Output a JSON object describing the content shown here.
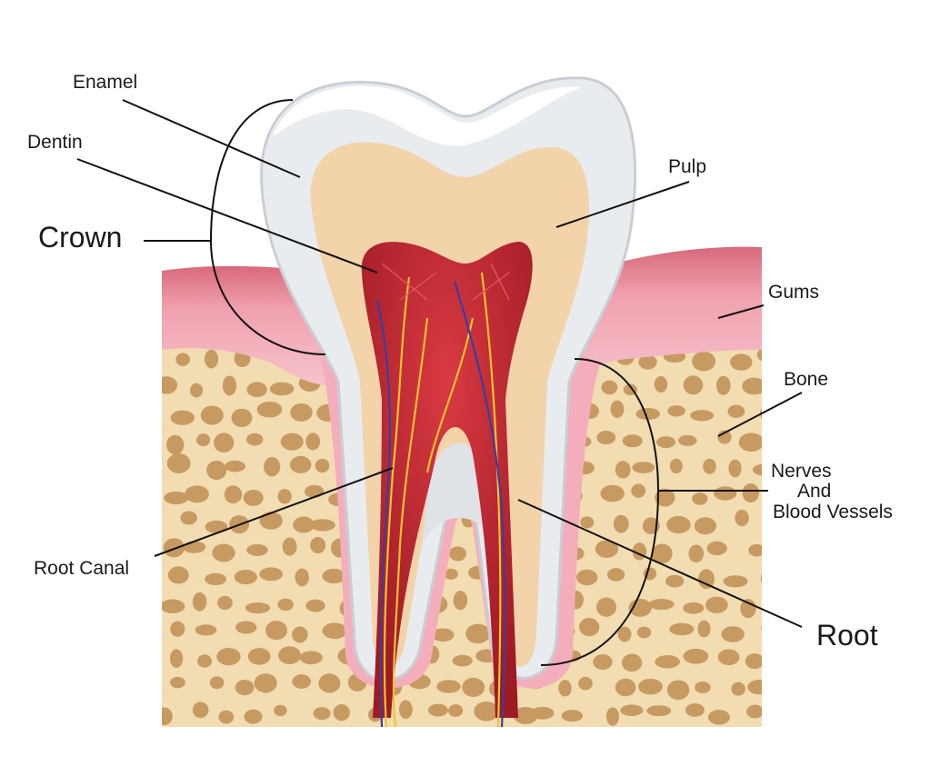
{
  "labels": {
    "enamel": "Enamel",
    "dentin": "Dentin",
    "crown": "Crown",
    "pulp": "Pulp",
    "gums": "Gums",
    "bone": "Bone",
    "nerves_line1": "Nerves",
    "nerves_line2": "And",
    "nerves_line3": "Blood Vessels",
    "root_canal": "Root Canal",
    "root": "Root"
  },
  "colors": {
    "bone": "#f2dcb2",
    "bone_pores": "#c79a62",
    "gum": "#f1a9b6",
    "gum_dark": "#d8697c",
    "enamel": "#eef0f3",
    "dentin": "#f2d3aa",
    "pulp": "#b8232f",
    "nerve": "#f2c22e",
    "vessel": "#3a3f9e"
  }
}
